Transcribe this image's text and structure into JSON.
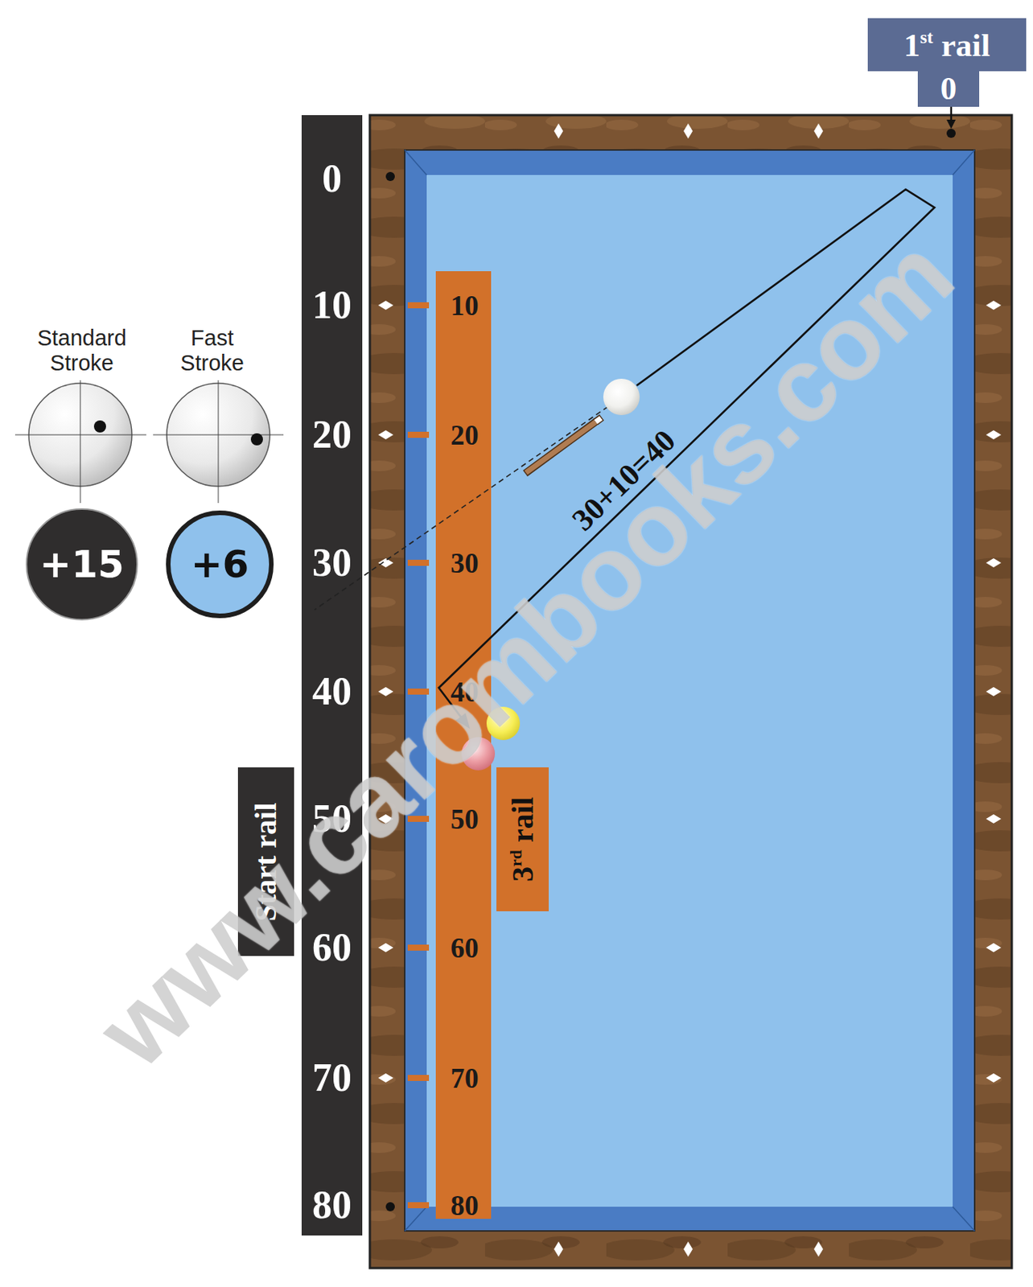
{
  "diagram": {
    "nodes": [
      {
        "text": [
          "1st rail"
        ]
      },
      {
        "text": [
          "0"
        ]
      },
      {
        "text": [
          "+15"
        ]
      },
      {
        "text": [
          "+6"
        ]
      },
      {
        "text": [
          "Start rail"
        ]
      },
      {
        "text": [
          "3rd rail"
        ]
      }
    ],
    "labels": [
      "Standard Stroke",
      "Fast Stroke",
      "0",
      "10",
      "20",
      "30",
      "40",
      "50",
      "60",
      "70",
      "80",
      "10",
      "20",
      "30",
      "40",
      "50",
      "60",
      "70",
      "80",
      "30+10=40",
      "www.carombooks.com"
    ]
  }
}
